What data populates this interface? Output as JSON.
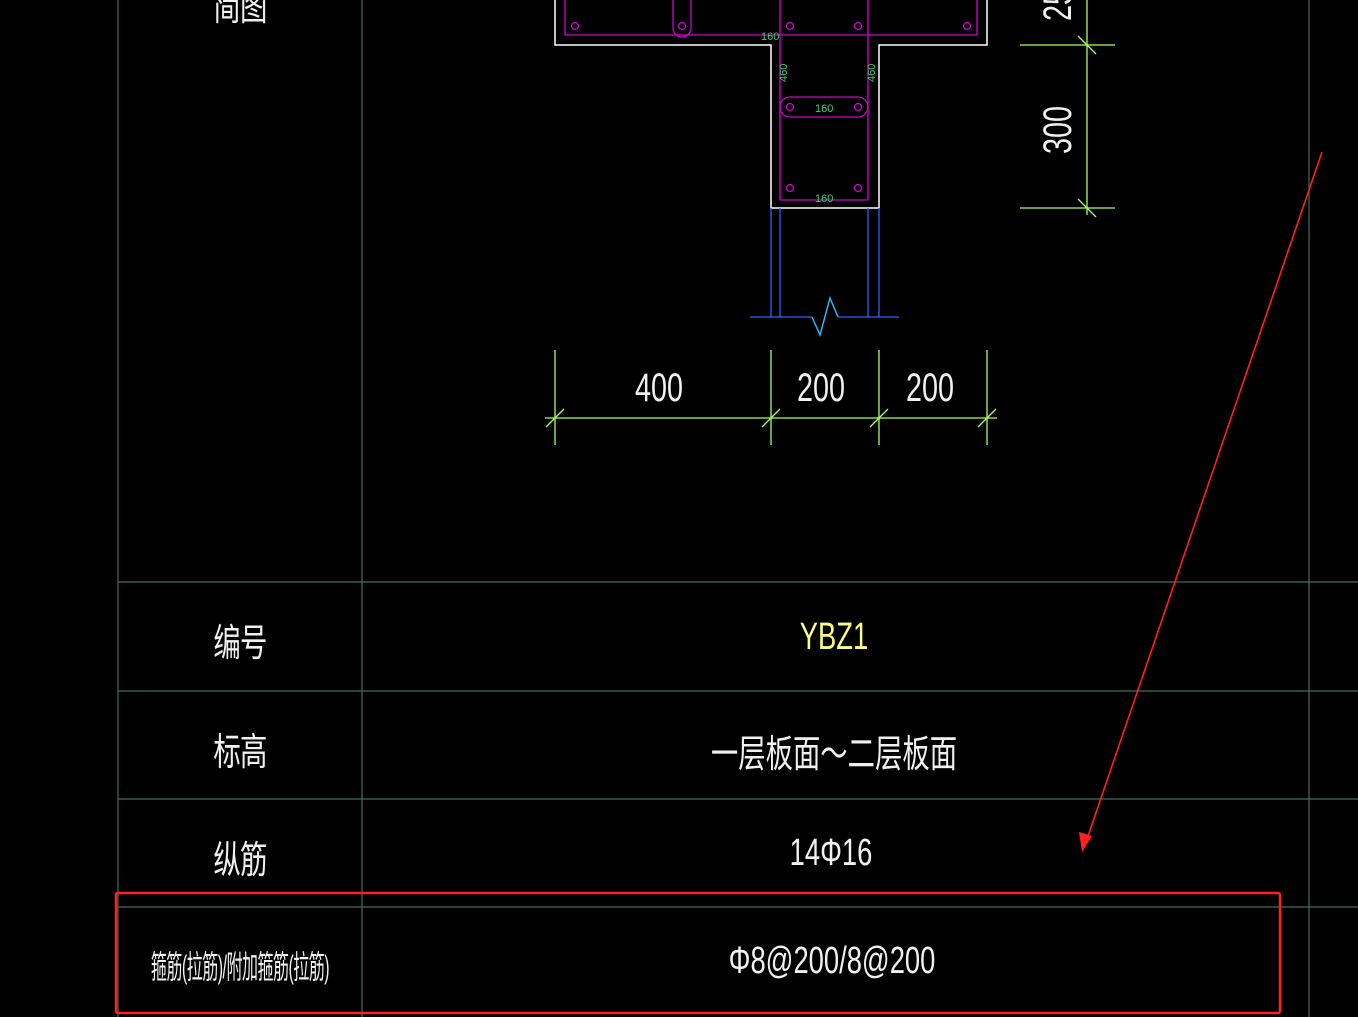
{
  "table": {
    "rows": [
      {
        "label": "编号",
        "value": "YBZ1"
      },
      {
        "label": "标高",
        "value": "一层板面～二层板面"
      },
      {
        "label": "纵筋",
        "value": "14Φ16"
      },
      {
        "label": "箍筋(拉筋)/附加箍筋(拉筋)",
        "value": "Φ8@200/8@200"
      }
    ]
  },
  "section": {
    "dims_bottom": [
      "400",
      "200",
      "200"
    ],
    "dims_right": [
      "300"
    ],
    "inner_labels": [
      "160",
      "160",
      "160",
      "460",
      "460"
    ]
  },
  "colors": {
    "grid": "#3f6f5a",
    "outline": "#ffffff",
    "rebar": "#d000d0",
    "dim": "#a8ff60",
    "highlight": "#ff2020",
    "accent_text": "#ffff80",
    "blue": "#3060ff"
  }
}
